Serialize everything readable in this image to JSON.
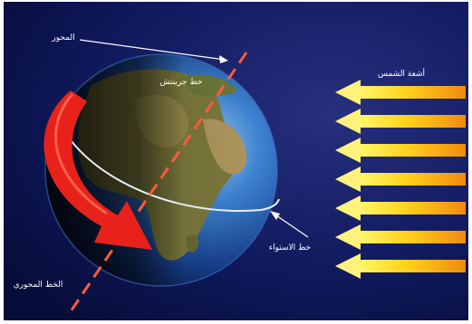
{
  "diagram": {
    "background_color": "#0b1452",
    "labels": {
      "axis": "المحور",
      "prime_meridian": "خط جرينتش",
      "sun_rays": "أشعة الشمس",
      "equator": "خط الاستواء",
      "axial_tilt": "الخط المحوري"
    },
    "colors": {
      "axis_line": "#ff5a3c",
      "rotation_arrow": "#e8221a",
      "sun_ray_yellow": "#fff04a",
      "sun_ray_orange": "#f29a12",
      "equator_line": "#e8eef8",
      "ocean": "#1c4fa6",
      "land": "#8a8a4a"
    },
    "icons": [
      "rotation-arrow-icon",
      "sun-ray-arrow-icon"
    ],
    "sun_ray_count": 7
  }
}
